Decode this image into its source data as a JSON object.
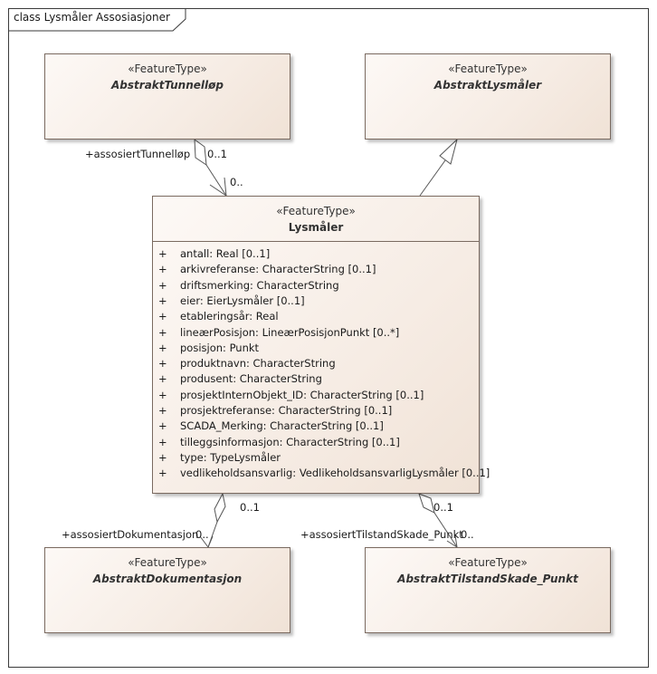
{
  "diagram": {
    "title": "class Lysmåler Assosiasjoner",
    "stereotype": "«FeatureType»",
    "classes": {
      "tunnel": {
        "name": "AbstraktTunnelløp"
      },
      "lysmaaler_abstract": {
        "name": "AbstraktLysmåler"
      },
      "main": {
        "name": "Lysmåler",
        "attributes": [
          {
            "vis": "+",
            "text": "antall: Real [0..1]"
          },
          {
            "vis": "+",
            "text": "arkivreferanse: CharacterString [0..1]"
          },
          {
            "vis": "+",
            "text": "driftsmerking: CharacterString"
          },
          {
            "vis": "+",
            "text": "eier: EierLysmåler [0..1]"
          },
          {
            "vis": "+",
            "text": "etableringsår: Real"
          },
          {
            "vis": "+",
            "text": "lineærPosisjon: LineærPosisjonPunkt [0..*]"
          },
          {
            "vis": "+",
            "text": "posisjon: Punkt"
          },
          {
            "vis": "+",
            "text": "produktnavn: CharacterString"
          },
          {
            "vis": "+",
            "text": "produsent: CharacterString"
          },
          {
            "vis": "+",
            "text": "prosjektInternObjekt_ID: CharacterString [0..1]"
          },
          {
            "vis": "+",
            "text": "prosjektreferanse: CharacterString [0..1]"
          },
          {
            "vis": "+",
            "text": "SCADA_Merking: CharacterString [0..1]"
          },
          {
            "vis": "+",
            "text": "tilleggsinformasjon: CharacterString [0..1]"
          },
          {
            "vis": "+",
            "text": "type: TypeLysmåler"
          },
          {
            "vis": "+",
            "text": "vedlikeholdsansvarlig: VedlikeholdsansvarligLysmåler [0..1]"
          }
        ]
      },
      "dokumentasjon": {
        "name": "AbstraktDokumentasjon"
      },
      "tilstand": {
        "name": "AbstraktTilstandSkade_Punkt"
      }
    },
    "associations": {
      "tunnel": {
        "role": "+assosiertTunnelløp",
        "mult_target": "0..1",
        "mult_source": "0.."
      },
      "dokumentasjon": {
        "role": "+assosiertDokumentasjon",
        "mult_target": "0..",
        "mult_source": "0..1"
      },
      "tilstand": {
        "role": "+assosiertTilstandSkade_Punkt",
        "mult_target": "0..",
        "mult_source": "0..1"
      }
    }
  }
}
